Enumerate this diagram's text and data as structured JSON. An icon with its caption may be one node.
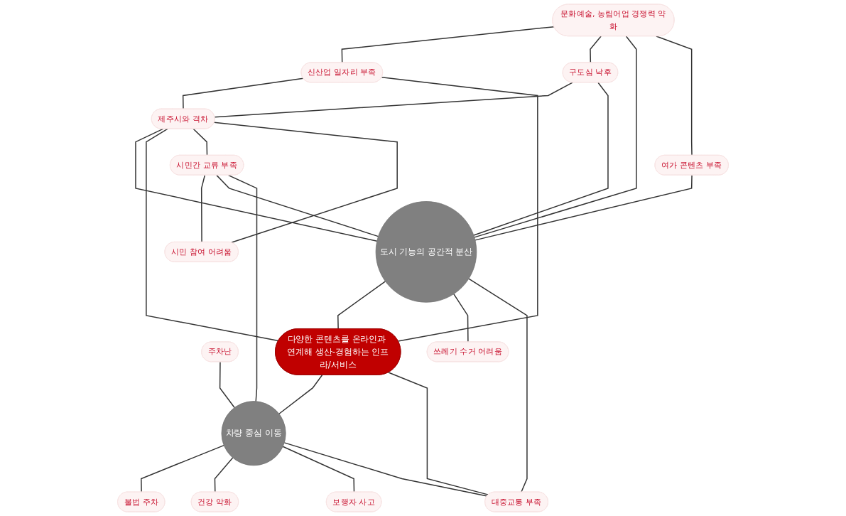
{
  "diagram": {
    "nodes": [
      {
        "text": [
          "신산업 일자리 부족"
        ]
      },
      {
        "text": [
          "제주시와 격차"
        ]
      },
      {
        "text": [
          "시민 참여 어려움"
        ]
      },
      {
        "text": [
          "문화예술, 농림어업 경쟁력 약화"
        ]
      },
      {
        "text": [
          "구도심 낙후"
        ]
      },
      {
        "text": [
          "시민간 교류 부족"
        ]
      },
      {
        "text": [
          "주차난"
        ]
      },
      {
        "text": [
          "도시 기능의 공간적 분산"
        ]
      },
      {
        "text": [
          "다양한 콘텐츠를 온라인과 연계해 생산-경험하는 인프라/서비스"
        ]
      },
      {
        "text": [
          "차량 중심 이동"
        ]
      },
      {
        "text": [
          "불법 주차"
        ]
      },
      {
        "text": [
          "여가 콘텐츠 부족"
        ]
      },
      {
        "text": [
          "쓰레기 수거 어려움"
        ]
      },
      {
        "text": [
          "대중교통 부족"
        ]
      },
      {
        "text": [
          "보행자 사고"
        ]
      },
      {
        "text": [
          "건강 악화"
        ]
      }
    ],
    "edges": [
      {
        "from": 0,
        "to": 1,
        "arrow": "none"
      },
      {
        "from": 0,
        "to": 8,
        "arrow": "none"
      },
      {
        "from": 3,
        "to": 0,
        "arrow": "none"
      },
      {
        "from": 3,
        "to": 4,
        "arrow": "none"
      },
      {
        "from": 3,
        "to": 7,
        "arrow": "none"
      },
      {
        "from": 3,
        "to": 11,
        "arrow": "none"
      },
      {
        "from": 11,
        "to": 7,
        "arrow": "none"
      },
      {
        "from": 4,
        "to": 1,
        "arrow": "none"
      },
      {
        "from": 4,
        "to": 7,
        "arrow": "none"
      },
      {
        "from": 1,
        "to": 7,
        "arrow": "none"
      },
      {
        "from": 1,
        "to": 8,
        "arrow": "none"
      },
      {
        "from": 1,
        "to": 5,
        "arrow": "none"
      },
      {
        "from": 1,
        "to": 2,
        "arrow": "none"
      },
      {
        "from": 5,
        "to": 2,
        "arrow": "none"
      },
      {
        "from": 5,
        "to": 7,
        "arrow": "none"
      },
      {
        "from": 5,
        "to": 9,
        "arrow": "none"
      },
      {
        "from": 6,
        "to": 9,
        "arrow": "none"
      },
      {
        "from": 7,
        "to": 8,
        "arrow": "none"
      },
      {
        "from": 8,
        "to": 9,
        "arrow": "none"
      },
      {
        "from": 9,
        "to": 10,
        "arrow": "none"
      },
      {
        "from": 9,
        "to": 15,
        "arrow": "none"
      },
      {
        "from": 9,
        "to": 14,
        "arrow": "none"
      },
      {
        "from": 9,
        "to": 13,
        "arrow": "none"
      },
      {
        "from": 7,
        "to": 12,
        "arrow": "none"
      },
      {
        "from": 7,
        "to": 13,
        "arrow": "none"
      },
      {
        "from": 8,
        "to": 13,
        "arrow": "none"
      }
    ]
  }
}
